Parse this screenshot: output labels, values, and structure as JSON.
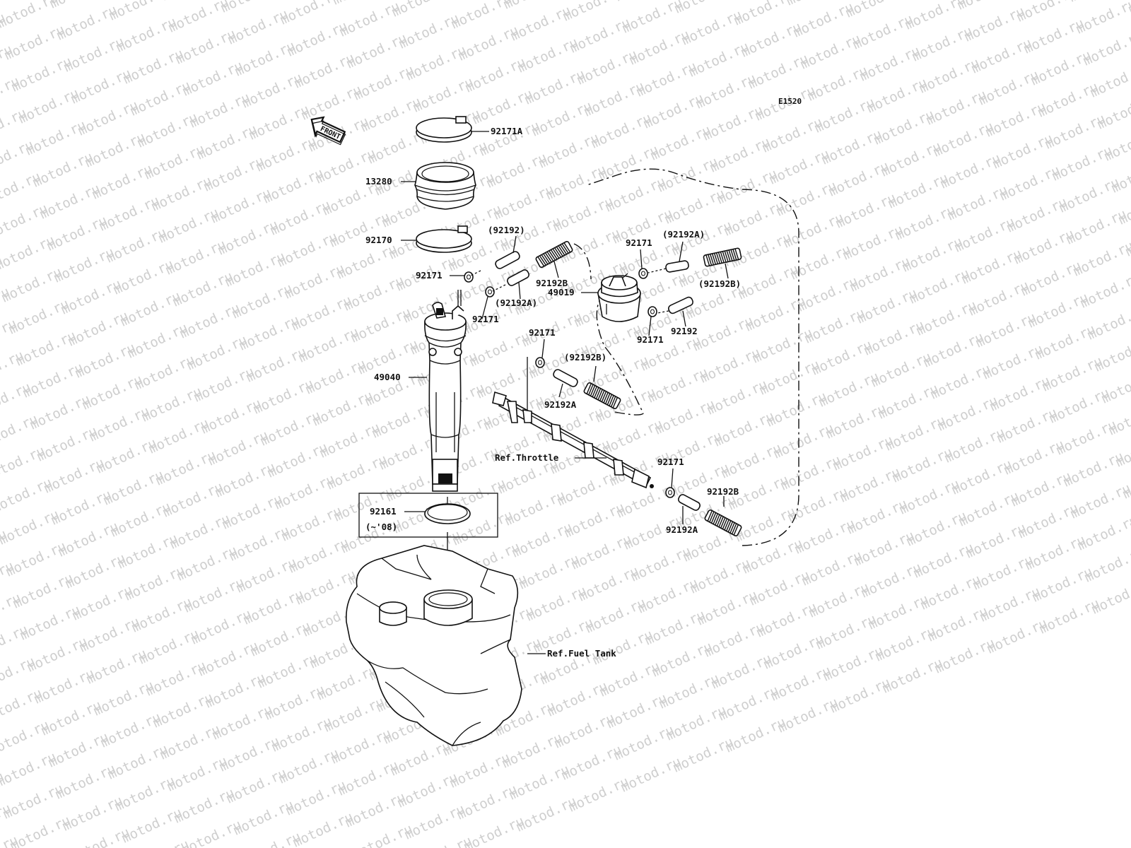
{
  "diagram_code": "E1520",
  "watermark_text": "motod.ru",
  "front_arrow_text": "FRONT",
  "labels": {
    "p92171A": "92171A",
    "p13280": "13280",
    "p92170": "92170",
    "p92192_paren_left": "(92192)",
    "p92171_left_top": "92171",
    "p92192B_left": "92192B",
    "p92192A_paren_left": "(92192A)",
    "p92171_left_bottom": "92171",
    "p49040": "49040",
    "p49019": "49019",
    "p92171_filter_top": "92171",
    "p92192A_paren_filter": "(92192A)",
    "p92192B_paren_filter": "(92192B)",
    "p92171_filter_bottom": "92171",
    "p92192_filter": "92192",
    "p92171_mid": "92171",
    "p92192B_paren_mid": "(92192B)",
    "p92192A_mid": "92192A",
    "ref_throttle": "Ref.Throttle",
    "p92171_rail": "92171",
    "p92192B_rail": "92192B",
    "p92192A_rail": "92192A",
    "p92161": "92161",
    "p92161_note": "(~'08)",
    "ref_fuel_tank": "Ref.Fuel Tank"
  }
}
